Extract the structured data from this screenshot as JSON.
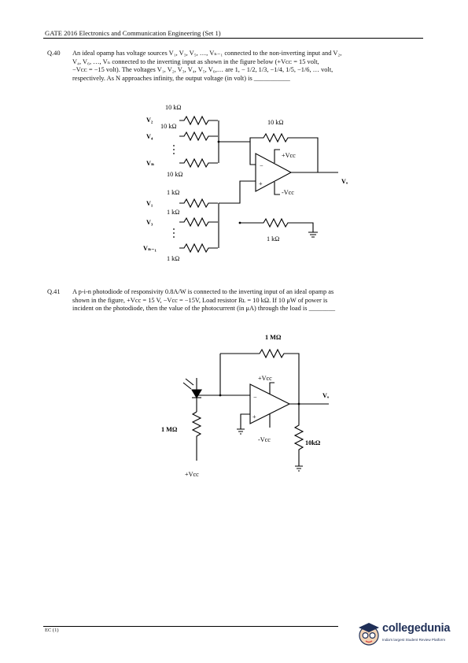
{
  "header": {
    "title": "GATE 2016 Electronics and Communication Engineering  (Set 1)"
  },
  "q40": {
    "number": "Q.40",
    "lines": [
      "An ideal opamp has voltage sources V₁, V₃, V₅, …, Vₙ₋₁ connected to the non-inverting input and V₂,",
      "V₄, V₆, …, Vₙ connected to the inverting input as shown in the figure below (+Vᴄᴄ = 15 volt,",
      "−Vᴄᴄ = −15 volt). The voltages V₁, V₂, V₃, V₄, V₅, V₆,… are 1, − 1/2, 1/3, −1/4, 1/5, −1/6, … volt,",
      "respectively. As N approaches infinity, the output voltage (in volt)  is ___________"
    ],
    "circuit": {
      "r_top_a": "10 kΩ",
      "r_top_b": "10 kΩ",
      "r_feedback": "10 kΩ",
      "r_n": "10 kΩ",
      "r_bot_a": "1 kΩ",
      "r_bot_b": "1 kΩ",
      "r_bot_c": "1 kΩ",
      "r_ground": "1 kΩ",
      "src_v2": "V₂",
      "src_v4": "V₄",
      "src_vn": "Vₙ",
      "src_v1": "V₁",
      "src_v3": "V₃",
      "src_vn1": "Vₙ₋₁",
      "supply_pos": "+Vcc",
      "supply_neg": "-Vcc",
      "output": "Vₒ",
      "minus": "−",
      "plus": "+"
    }
  },
  "q41": {
    "number": "Q.41",
    "lines": [
      "A p-i-n photodiode of responsivity 0.8A/W is connected to the inverting input of an ideal opamp as",
      "shown in the figure, +Vcc = 15 V, −Vcc = −15V, Load resistor Rʟ = 10 kΩ. If 10 μW of power is",
      "incident on the photodiode, then the value of the photocurrent (in μA) through the load is ________"
    ],
    "circuit": {
      "r_feedback": "1 MΩ",
      "r_bias": "1 MΩ",
      "r_load": "10kΩ",
      "supply_pos": "+Vcc",
      "supply_neg": "-Vcc",
      "bias_supply": "+Vcc",
      "output": "Vₒ",
      "minus": "−",
      "plus": "+"
    }
  },
  "footer": {
    "code": "EC (1)"
  },
  "logo": {
    "name": "collegedunia",
    "tagline": "India's largest Student Review Platform"
  }
}
